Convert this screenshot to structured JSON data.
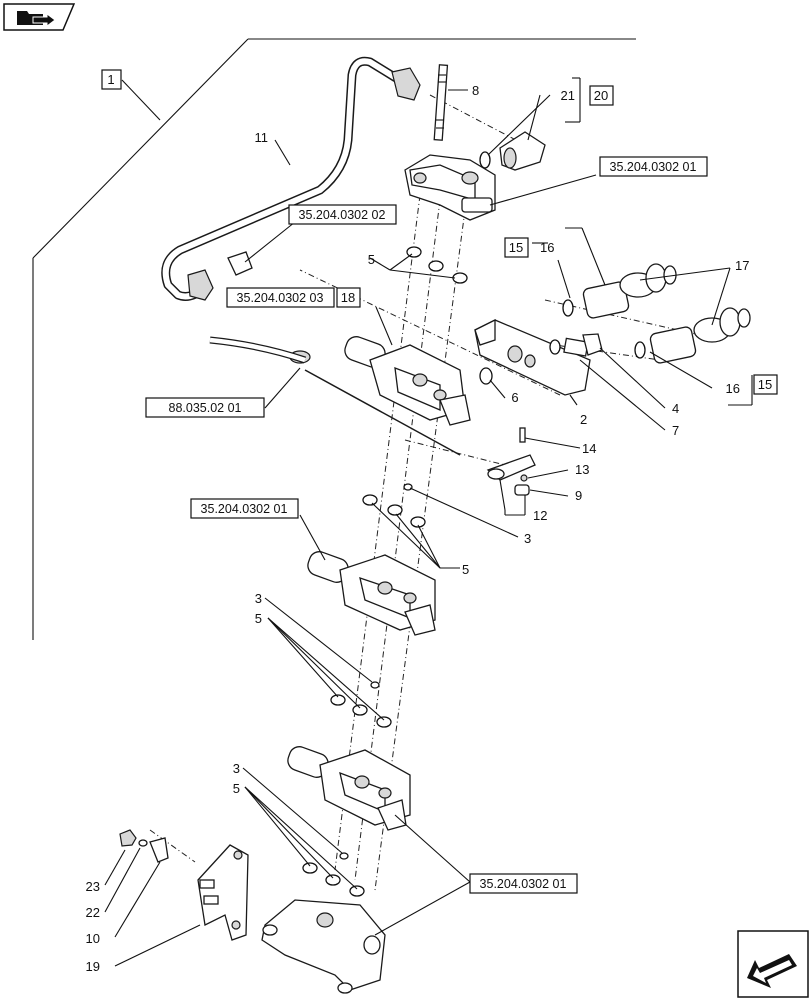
{
  "diagram": {
    "part_labels": {
      "l1": "1",
      "l2": "2",
      "l3a": "3",
      "l3b": "3",
      "l3c": "3",
      "l4": "4",
      "l5a": "5",
      "l5b": "5",
      "l5c": "5",
      "l5d": "5",
      "l6": "6",
      "l7": "7",
      "l8": "8",
      "l9": "9",
      "l10": "10",
      "l11": "11",
      "l12": "12",
      "l13": "13",
      "l14": "14",
      "l15a": "15",
      "l15b": "15",
      "l16a": "16",
      "l16b": "16",
      "l17": "17",
      "l18": "18",
      "l19": "19",
      "l20": "20",
      "l21": "21",
      "l22": "22",
      "l23": "23"
    },
    "refs": {
      "r1": "35.204.0302 01",
      "r2": "35.204.0302 02",
      "r3": "35.204.0302 03",
      "r4": "88.035.02 01",
      "r5": "35.204.0302 01",
      "r6": "35.204.0302 01"
    }
  },
  "navigation": {
    "prev_icon": "folder-arrow-icon",
    "next_icon": "arrow-icon"
  }
}
